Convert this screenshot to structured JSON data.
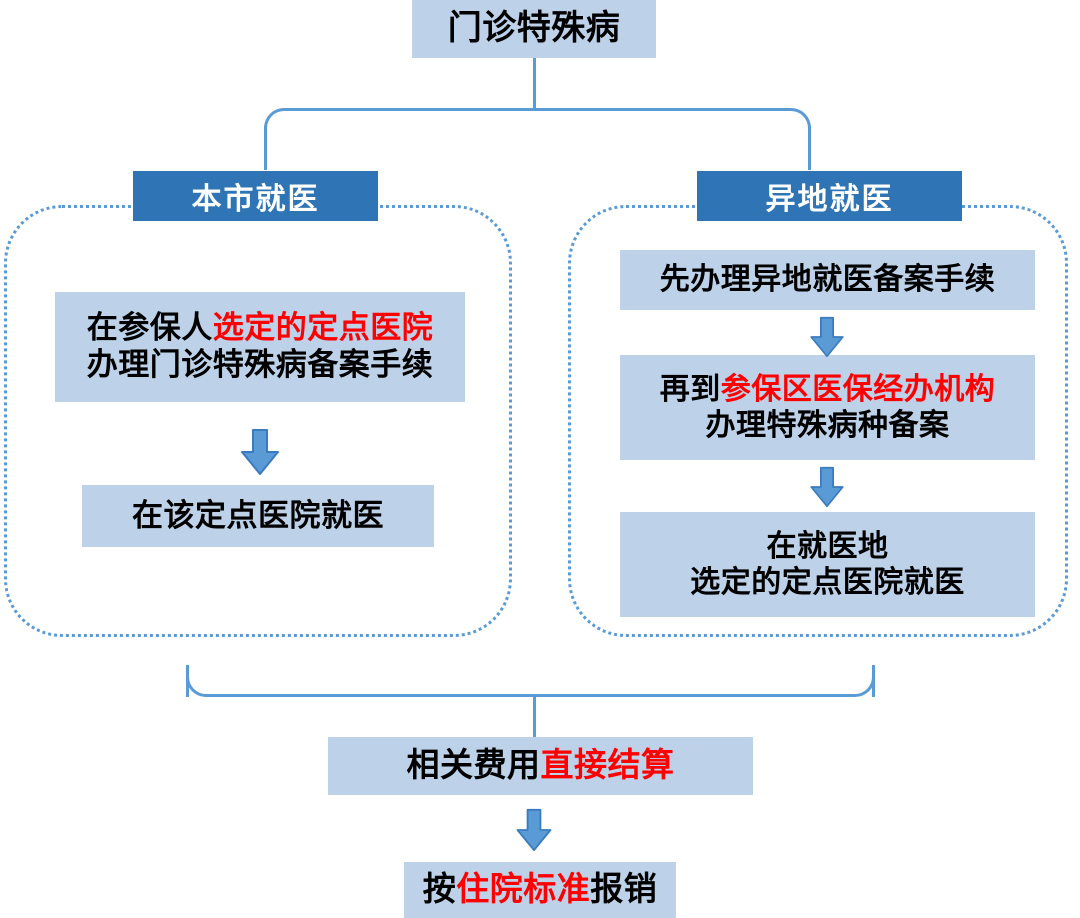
{
  "diagram": {
    "title": "门诊特殊病",
    "accent_blue": "#2f75b5",
    "box_fill": "#bdd2e8",
    "line_blue": "#5b9bd5",
    "highlight_red": "#ff0000"
  },
  "root": {
    "label": "门诊特殊病"
  },
  "branches": {
    "local": {
      "header": "本市就医",
      "steps": [
        {
          "line1_pre": "在参保人",
          "line1_em": "选定的定点医院",
          "line2": "办理门诊特殊病备案手续"
        },
        {
          "line1": "在该定点医院就医"
        }
      ]
    },
    "remote": {
      "header": "异地就医",
      "steps": [
        {
          "line1": "先办理异地就医备案手续"
        },
        {
          "line1_pre": "再到",
          "line1_em": "参保区医保经办机构",
          "line2": "办理特殊病种备案"
        },
        {
          "line1": "在就医地",
          "line2": "选定的定点医院就医"
        }
      ]
    }
  },
  "outcome": {
    "settlement": {
      "pre": "相关费用",
      "em": "直接结算"
    },
    "reimbursement": {
      "pre": "按",
      "em": "住院标准",
      "post": "报销"
    }
  },
  "icons": {
    "down_arrow": "down-arrow-icon"
  }
}
